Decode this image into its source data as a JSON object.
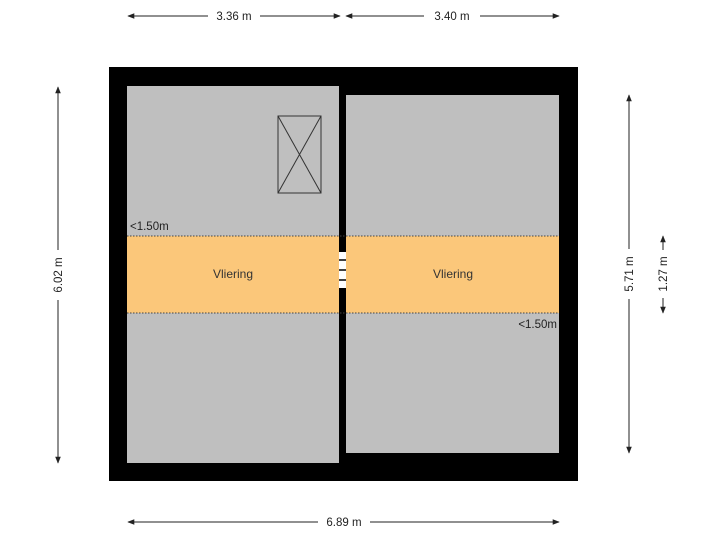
{
  "dimensions": {
    "top_left": "3.36 m",
    "top_right": "3.40 m",
    "left": "6.02 m",
    "right_outer": "5.71 m",
    "right_inner": "1.27 m",
    "bottom": "6.89 m"
  },
  "rooms": {
    "left_label": "Vliering",
    "right_label": "Vliering"
  },
  "height_notes": {
    "left": "<1.50m",
    "right": "<1.50m"
  },
  "colors": {
    "wall": "#000000",
    "floor": "#bfbfbf",
    "low_zone": "#fbc77a"
  }
}
